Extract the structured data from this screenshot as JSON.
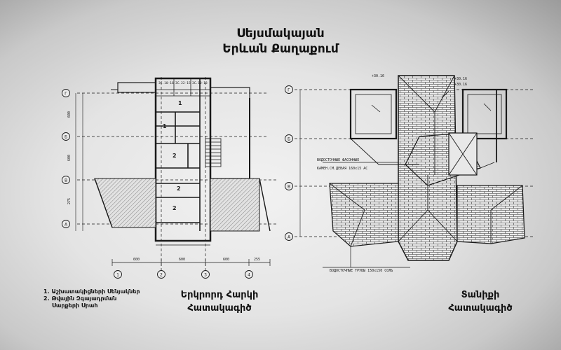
{
  "title": {
    "line1": "Սեյսմակայան",
    "line2": "Երևան Քաղաքում"
  },
  "captions": {
    "left": [
      "Երկրորդ Հարկի",
      "Հատակագիծ"
    ],
    "right": [
      "Տանիքի",
      "Հատակագիծ"
    ]
  },
  "legend": [
    "1. Աշխատակիցների Սենյակներ",
    "2. Թվային Զգայադրման",
    "Սարքերի Սրահ"
  ],
  "axes_left": {
    "rows": [
      "Г",
      "Б",
      "В",
      "А"
    ],
    "cols": [
      "1",
      "2",
      "3",
      "4"
    ]
  },
  "axes_right": {
    "rows": [
      "Г",
      "Б",
      "В",
      "А"
    ]
  },
  "plan_labels": {
    "top_dims": [
      "ЗС.10-16",
      "ЗС.22-15",
      "ЗС.10-13"
    ],
    "bottom_dims": [
      "600",
      "600",
      "600",
      "255"
    ],
    "rooms": [
      "1",
      "1",
      "2",
      "2",
      "2"
    ],
    "left_dims": [
      "600",
      "600",
      "275"
    ]
  },
  "roof_labels": {
    "note_top": "ВОДОСТОЧНЫЕ ФАСОННЫЕ",
    "note_top2": "КАМЕН.СМ.ДЕВАЯ 160х15 АС",
    "note_bottom": "ВОДОСТОЧНЫЕ ТРУБЫ 150х150 СОЛЬ",
    "marks": [
      "+30.16",
      "+30.16",
      "+30.16"
    ]
  },
  "colors": {
    "ink": "#1a1a1a",
    "paper": "#e6e6e6"
  }
}
